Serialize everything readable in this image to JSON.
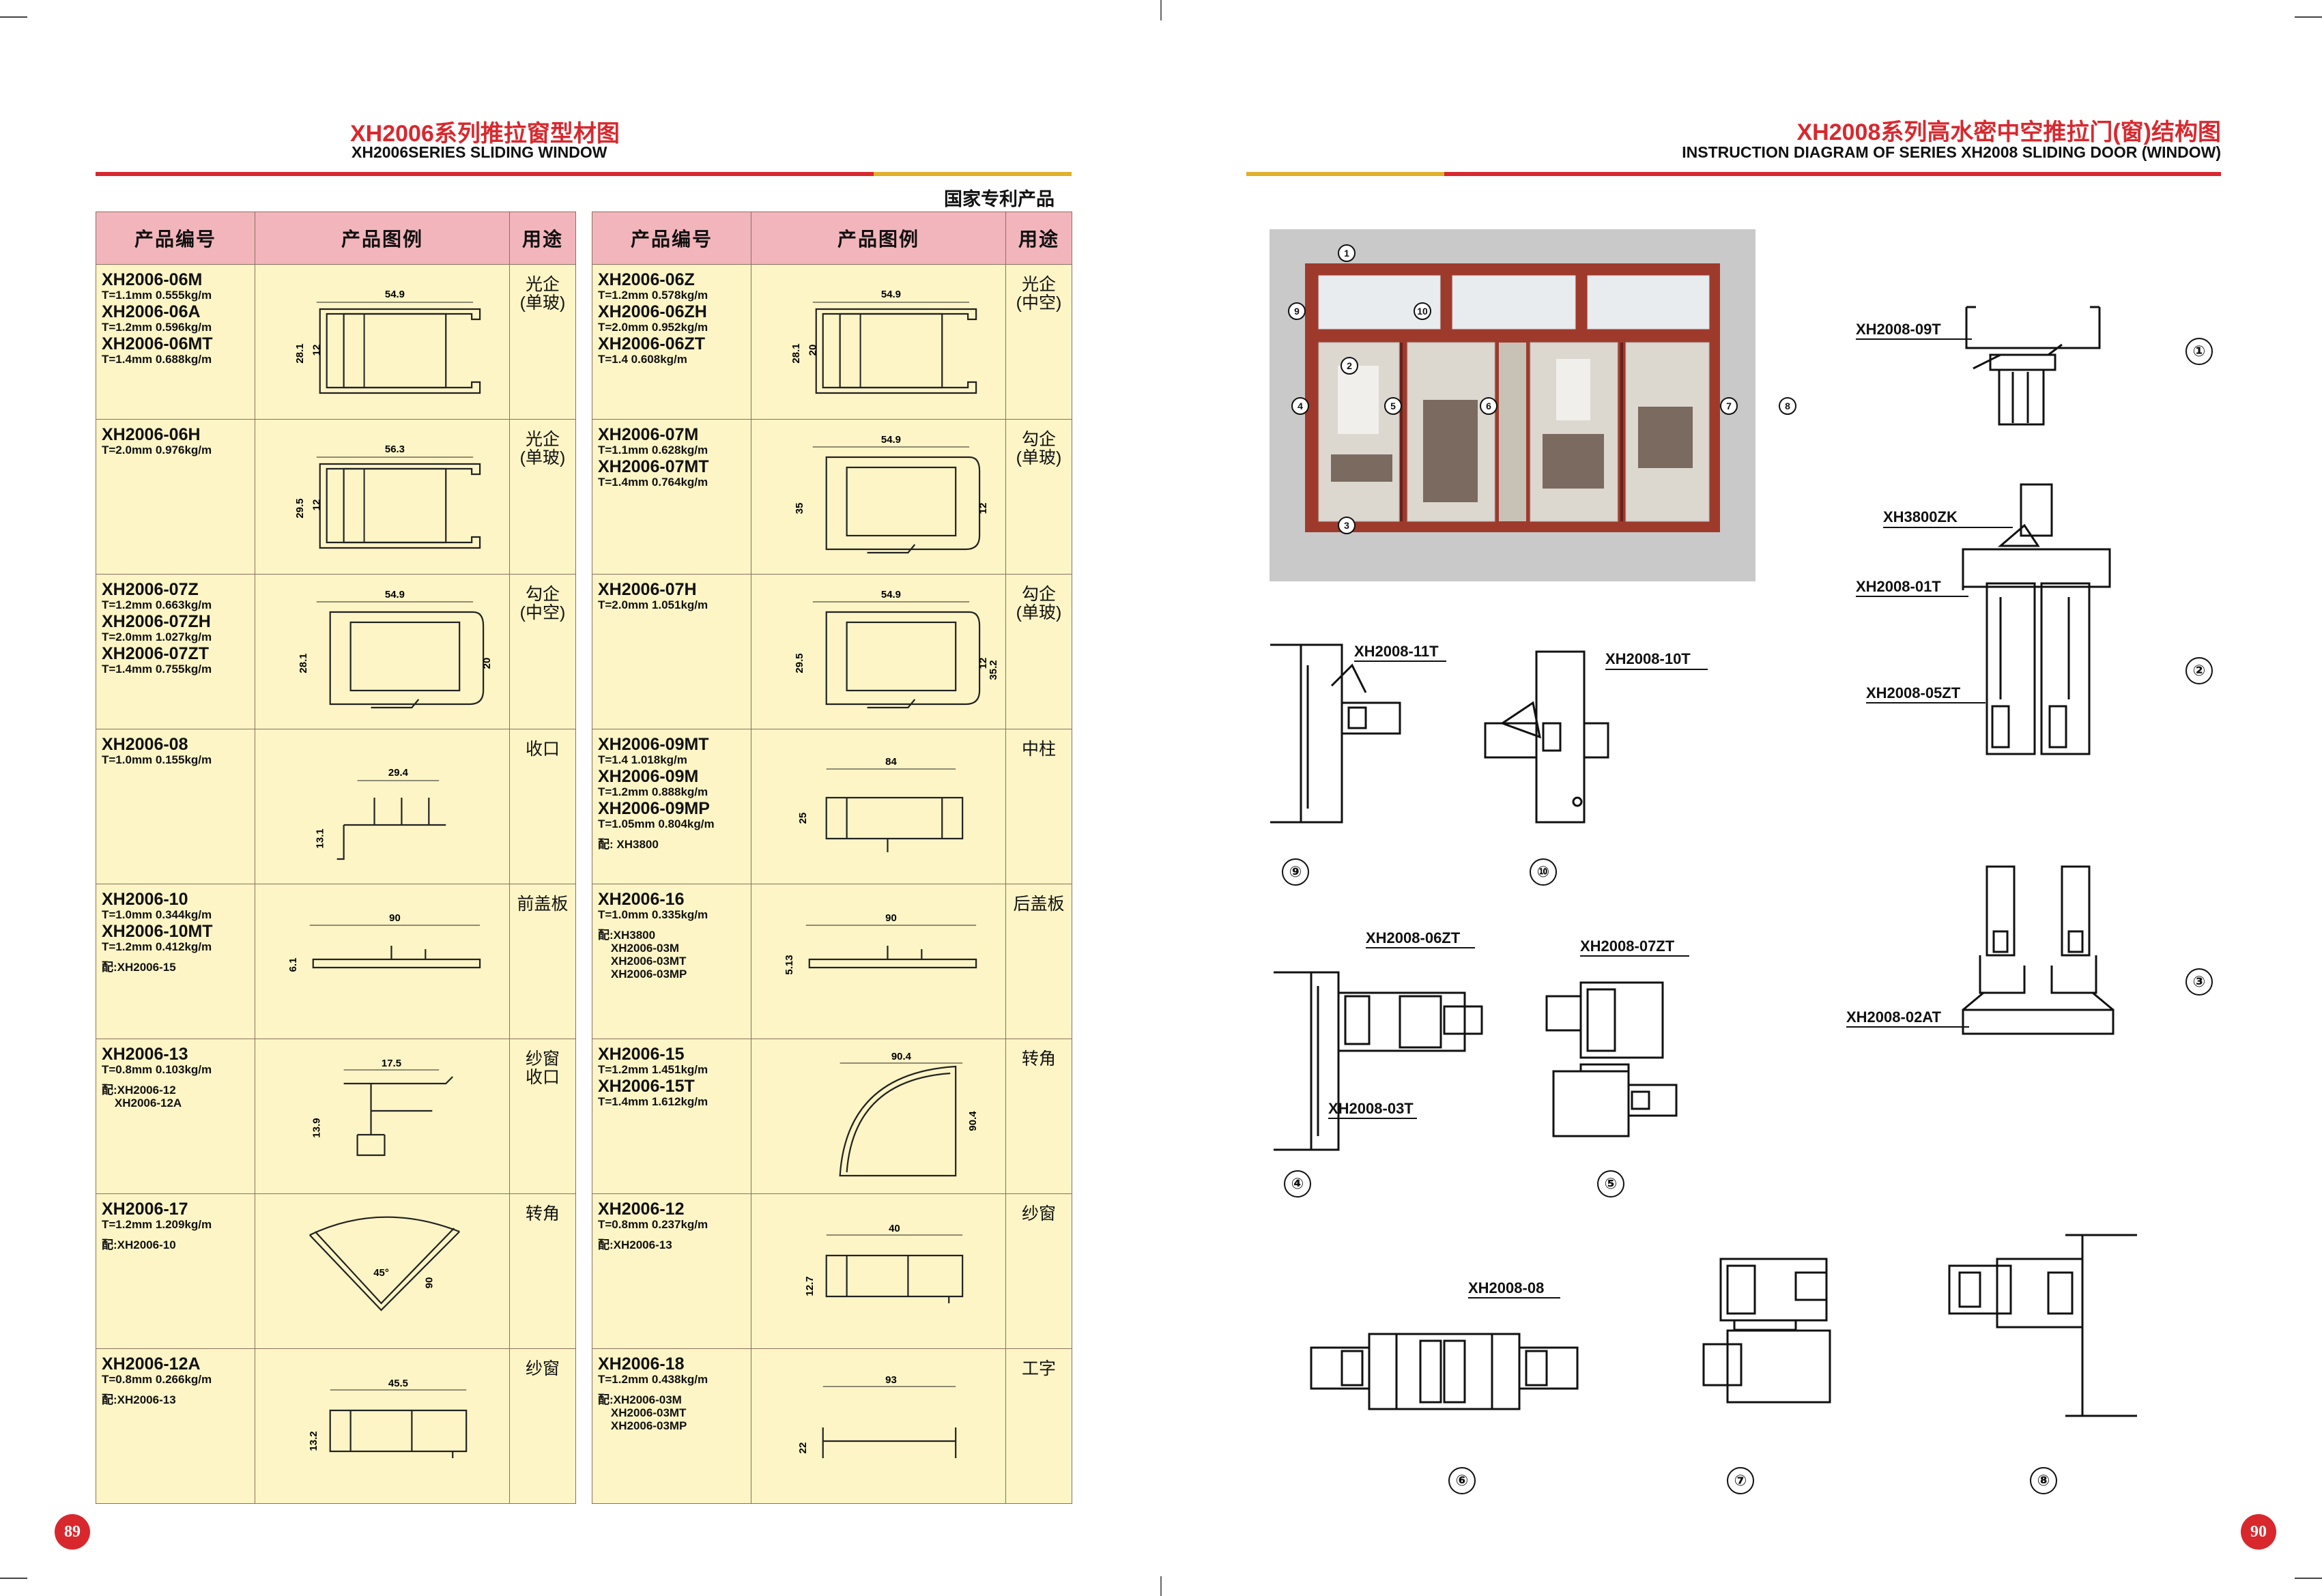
{
  "left_page": {
    "title_cn": "XH2006系列推拉窗型材图",
    "title_en": "XH2006SERIES SLIDING WINDOW",
    "patent": "国家专利产品",
    "page_number": "89",
    "headers": [
      "产品编号",
      "产品图例",
      "用途"
    ],
    "left_table": [
      {
        "codes": [
          {
            "code": "XH2006-06M",
            "spec": "T=1.1mm  0.555kg/m"
          },
          {
            "code": "XH2006-06A",
            "spec": "T=1.2mm  0.596kg/m"
          },
          {
            "code": "XH2006-06MT",
            "spec": "T=1.4mm  0.688kg/m"
          }
        ],
        "note": "",
        "use": "光企\n(单玻)",
        "dims": [
          "54.9",
          "28.1",
          "12"
        ]
      },
      {
        "codes": [
          {
            "code": "XH2006-06H",
            "spec": "T=2.0mm  0.976kg/m"
          }
        ],
        "note": "",
        "use": "光企\n(单玻)",
        "dims": [
          "56.3",
          "29.5",
          "12"
        ]
      },
      {
        "codes": [
          {
            "code": "XH2006-07Z",
            "spec": "T=1.2mm  0.663kg/m"
          },
          {
            "code": "XH2006-07ZH",
            "spec": "T=2.0mm  1.027kg/m"
          },
          {
            "code": "XH2006-07ZT",
            "spec": "T=1.4mm  0.755kg/m"
          }
        ],
        "note": "",
        "use": "勾企\n(中空)",
        "dims": [
          "54.9",
          "28.1",
          "20"
        ]
      },
      {
        "codes": [
          {
            "code": "XH2006-08",
            "spec": "T=1.0mm  0.155kg/m"
          }
        ],
        "note": "",
        "use": "收口",
        "dims": [
          "29.4",
          "13.1"
        ]
      },
      {
        "codes": [
          {
            "code": "XH2006-10",
            "spec": "T=1.0mm  0.344kg/m"
          },
          {
            "code": "XH2006-10MT",
            "spec": "T=1.2mm  0.412kg/m"
          }
        ],
        "note": "配:XH2006-15",
        "use": "前盖板",
        "dims": [
          "90",
          "6.1"
        ]
      },
      {
        "codes": [
          {
            "code": "XH2006-13",
            "spec": "T=0.8mm  0.103kg/m"
          }
        ],
        "note": "配:XH2006-12\n    XH2006-12A",
        "use": "纱窗\n收口",
        "dims": [
          "17.5",
          "13.9"
        ]
      },
      {
        "codes": [
          {
            "code": "XH2006-17",
            "spec": "T=1.2mm  1.209kg/m"
          }
        ],
        "note": "配:XH2006-10",
        "use": "转角",
        "dims": [
          "45°",
          "90"
        ]
      },
      {
        "codes": [
          {
            "code": "XH2006-12A",
            "spec": "T=0.8mm  0.266kg/m"
          }
        ],
        "note": "配:XH2006-13",
        "use": "纱窗",
        "dims": [
          "45.5",
          "13.2"
        ]
      }
    ],
    "right_table": [
      {
        "codes": [
          {
            "code": "XH2006-06Z",
            "spec": "T=1.2mm  0.578kg/m"
          },
          {
            "code": "XH2006-06ZH",
            "spec": "T=2.0mm  0.952kg/m"
          },
          {
            "code": "XH2006-06ZT",
            "spec": "T=1.4   0.608kg/m"
          }
        ],
        "note": "",
        "use": "光企\n(中空)",
        "dims": [
          "54.9",
          "28.1",
          "20"
        ]
      },
      {
        "codes": [
          {
            "code": "XH2006-07M",
            "spec": "T=1.1mm  0.628kg/m"
          },
          {
            "code": "XH2006-07MT",
            "spec": "T=1.4mm  0.764kg/m"
          }
        ],
        "note": "",
        "use": "勾企\n(单玻)",
        "dims": [
          "54.9",
          "35",
          "12"
        ]
      },
      {
        "codes": [
          {
            "code": "XH2006-07H",
            "spec": "T=2.0mm  1.051kg/m"
          }
        ],
        "note": "",
        "use": "勾企\n(单玻)",
        "dims": [
          "54.9",
          "29.5",
          "12",
          "35.2"
        ]
      },
      {
        "codes": [
          {
            "code": "XH2006-09MT",
            "spec": "T=1.4   1.018kg/m"
          },
          {
            "code": "XH2006-09M",
            "spec": "T=1.2mm  0.888kg/m"
          },
          {
            "code": "XH2006-09MP",
            "spec": "T=1.05mm  0.804kg/m"
          }
        ],
        "note": "配: XH3800",
        "use": "中柱",
        "dims": [
          "84",
          "25"
        ]
      },
      {
        "codes": [
          {
            "code": "XH2006-16",
            "spec": "T=1.0mm  0.335kg/m"
          }
        ],
        "note": "配:XH3800\n    XH2006-03M\n    XH2006-03MT\n    XH2006-03MP",
        "use": "后盖板",
        "dims": [
          "90",
          "5.13"
        ]
      },
      {
        "codes": [
          {
            "code": "XH2006-15",
            "spec": "T=1.2mm  1.451kg/m"
          },
          {
            "code": "XH2006-15T",
            "spec": "T=1.4mm  1.612kg/m"
          }
        ],
        "note": "",
        "use": "转角",
        "dims": [
          "90.4",
          "90.4"
        ]
      },
      {
        "codes": [
          {
            "code": "XH2006-12",
            "spec": "T=0.8mm  0.237kg/m"
          }
        ],
        "note": "配:XH2006-13",
        "use": "纱窗",
        "dims": [
          "40",
          "12.7"
        ]
      },
      {
        "codes": [
          {
            "code": "XH2006-18",
            "spec": "T=1.2mm  0.438kg/m"
          }
        ],
        "note": "配:XH2006-03M\n    XH2006-03MT\n    XH2006-03MP",
        "use": "工字",
        "dims": [
          "93",
          "22"
        ]
      }
    ]
  },
  "right_page": {
    "title_cn": "XH2008系列高水密中空推拉门(窗)结构图",
    "title_en": "INSTRUCTION DIAGRAM OF SERIES XH2008 SLIDING DOOR (WINDOW)",
    "page_number": "90",
    "photo_markers": [
      "1",
      "2",
      "3",
      "4",
      "5",
      "6",
      "7",
      "8",
      "9",
      "10"
    ],
    "labels": {
      "d1": "XH2008-09T",
      "d2a": "XH3800ZK",
      "d2b": "XH2008-01T",
      "d2c": "XH2008-05ZT",
      "d3": "XH2008-02AT",
      "d9": "XH2008-11T",
      "d10": "XH2008-10T",
      "d4a": "XH2008-06ZT",
      "d4b": "XH2008-03T",
      "d5": "XH2008-07ZT",
      "d6": "XH2008-08"
    },
    "detail_numbers": [
      "①",
      "②",
      "③",
      "⑨",
      "⑩",
      "④",
      "⑤",
      "⑥",
      "⑦",
      "⑧"
    ]
  },
  "colors": {
    "accent_red": "#d8282e",
    "gold": "#e0b02b",
    "table_header": "#f3b5bc",
    "table_body": "#fdf5c6",
    "window_frame": "#9e3a2c"
  }
}
